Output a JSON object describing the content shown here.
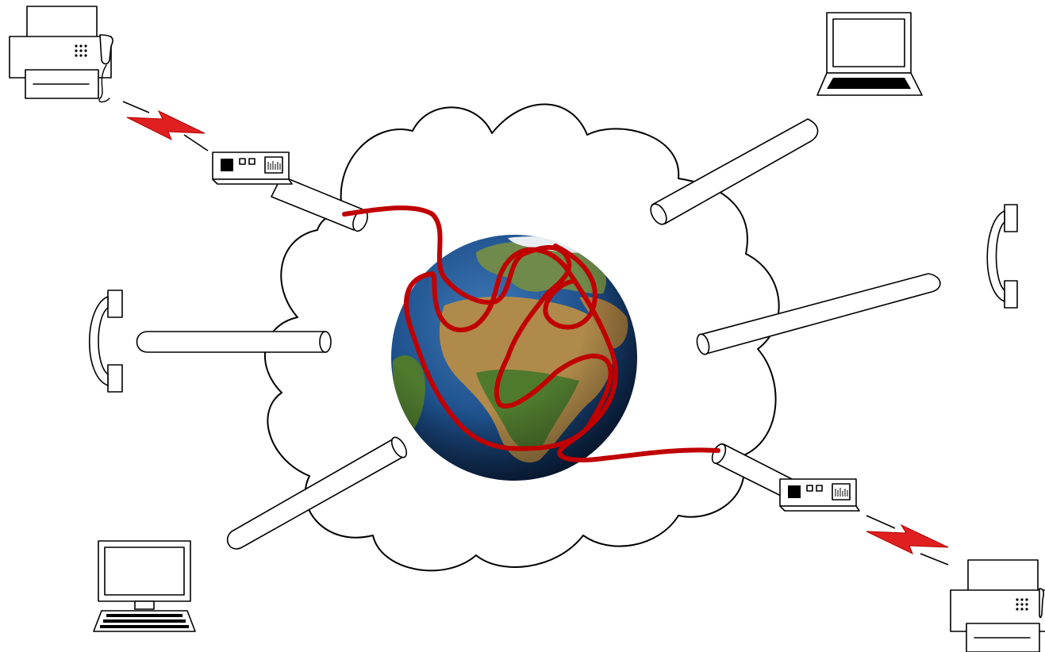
{
  "diagram": {
    "nodes": [
      {
        "id": "fax-top-left",
        "icon": "fax-machine-icon"
      },
      {
        "id": "laptop-top-right",
        "icon": "laptop-icon"
      },
      {
        "id": "phone-right",
        "icon": "telephone-handset-icon"
      },
      {
        "id": "phone-left",
        "icon": "telephone-handset-icon"
      },
      {
        "id": "desktop-bottom-left",
        "icon": "desktop-computer-icon"
      },
      {
        "id": "fax-bottom-right",
        "icon": "fax-machine-icon"
      },
      {
        "id": "modem-top-left",
        "icon": "modem-icon"
      },
      {
        "id": "modem-bottom-right",
        "icon": "modem-icon"
      }
    ],
    "center": {
      "icon": "earth-globe-icon",
      "container": "cloud-icon"
    },
    "colors": {
      "line": "#000000",
      "route": "#c00000",
      "lightning": "#e02020",
      "ocean": "#1d4f8a",
      "land": "#b08a4a",
      "vegetation": "#4f7a2e",
      "background": "#ffffff"
    }
  }
}
